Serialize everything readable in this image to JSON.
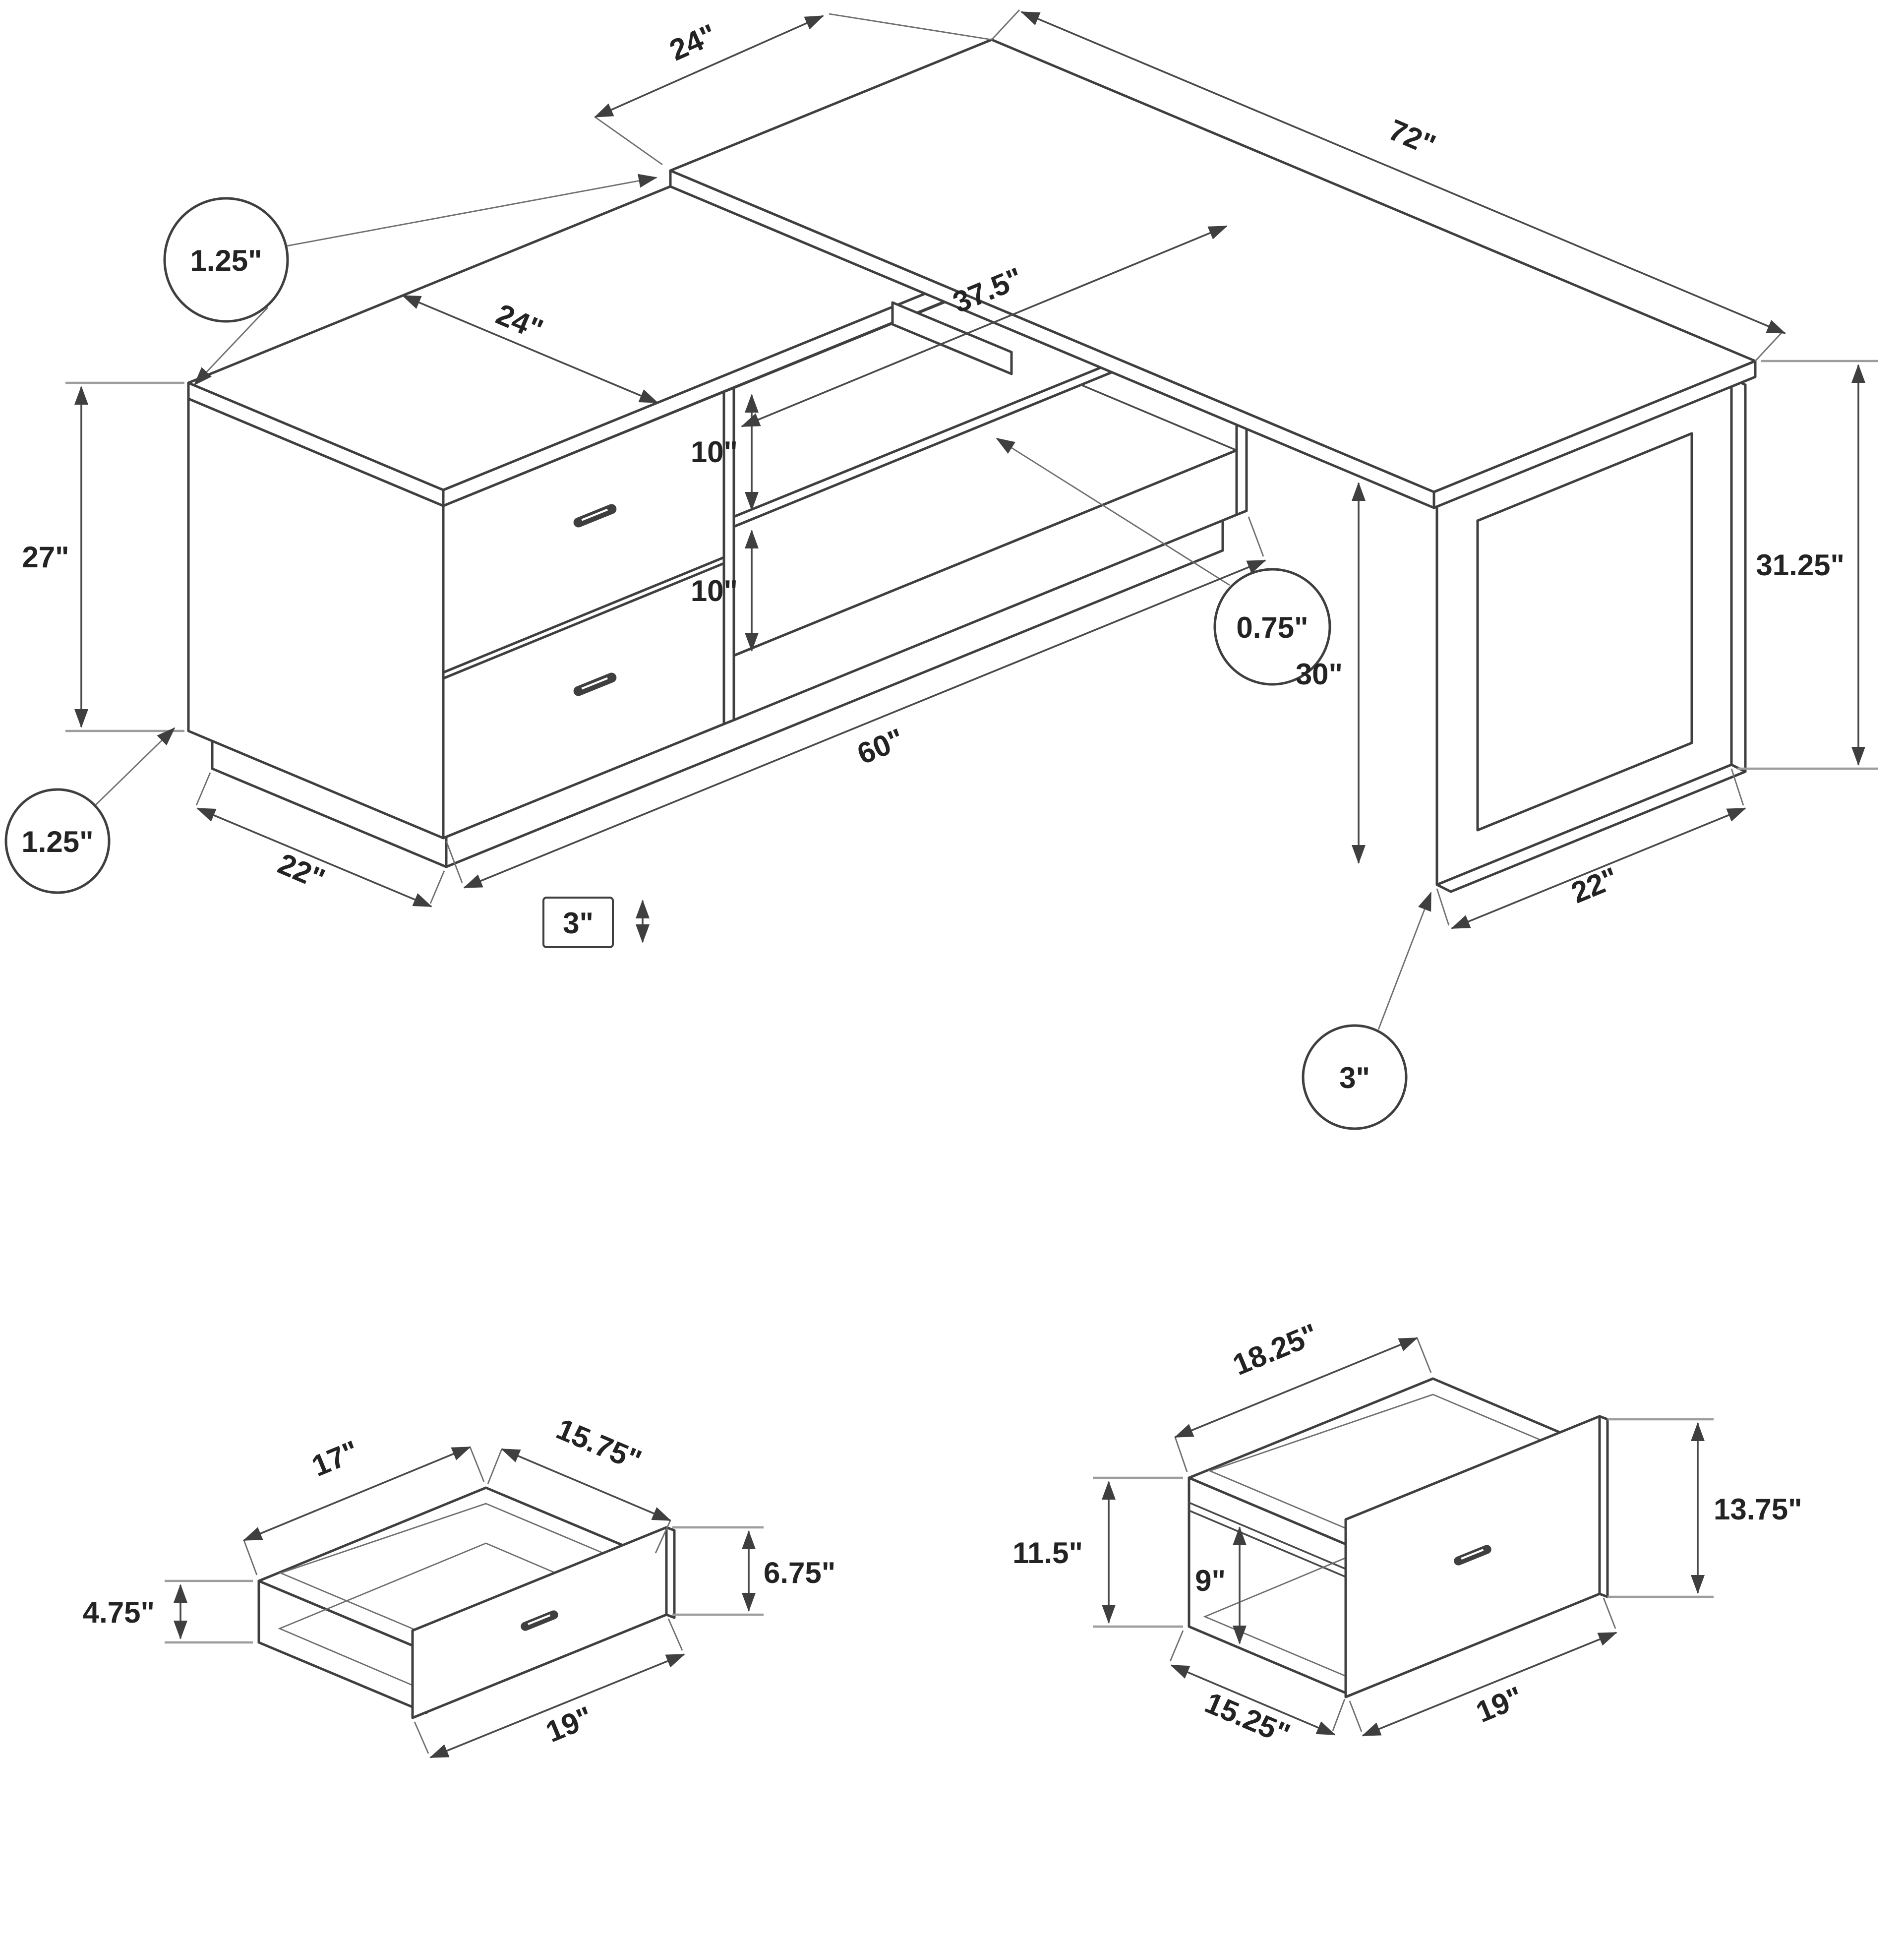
{
  "diagram": {
    "background_color": "#ffffff",
    "line_color": "#3f3f3f",
    "desk": {
      "top_length": "72\"",
      "top_depth": "24\"",
      "top_thickness": "1.25\"",
      "return_top_depth": "24\"",
      "return_length": "60\"",
      "cabinet_height": "27\"",
      "cabinet_base_depth": "22\"",
      "base_height": "3\"",
      "bottom_thickness": "1.25\"",
      "shelf_top_opening_height": "10\"",
      "shelf_bottom_opening_height": "10\"",
      "shelf_opening_width": "37.5\"",
      "shelf_thickness": "0.75\"",
      "total_height": "31.25\"",
      "leg_clearance_height": "30\"",
      "leg_tube_size": "3\"",
      "leg_depth": "22\""
    },
    "small_drawer": {
      "inner_width": "17\"",
      "inner_depth": "15.75\"",
      "side_height": "4.75\"",
      "front_height": "6.75\"",
      "front_width": "19\""
    },
    "file_drawer": {
      "inner_width": "18.25\"",
      "side_height": "11.5\"",
      "inner_rail_height": "9\"",
      "front_height": "13.75\"",
      "inner_depth": "15.25\"",
      "front_width": "19\""
    }
  }
}
